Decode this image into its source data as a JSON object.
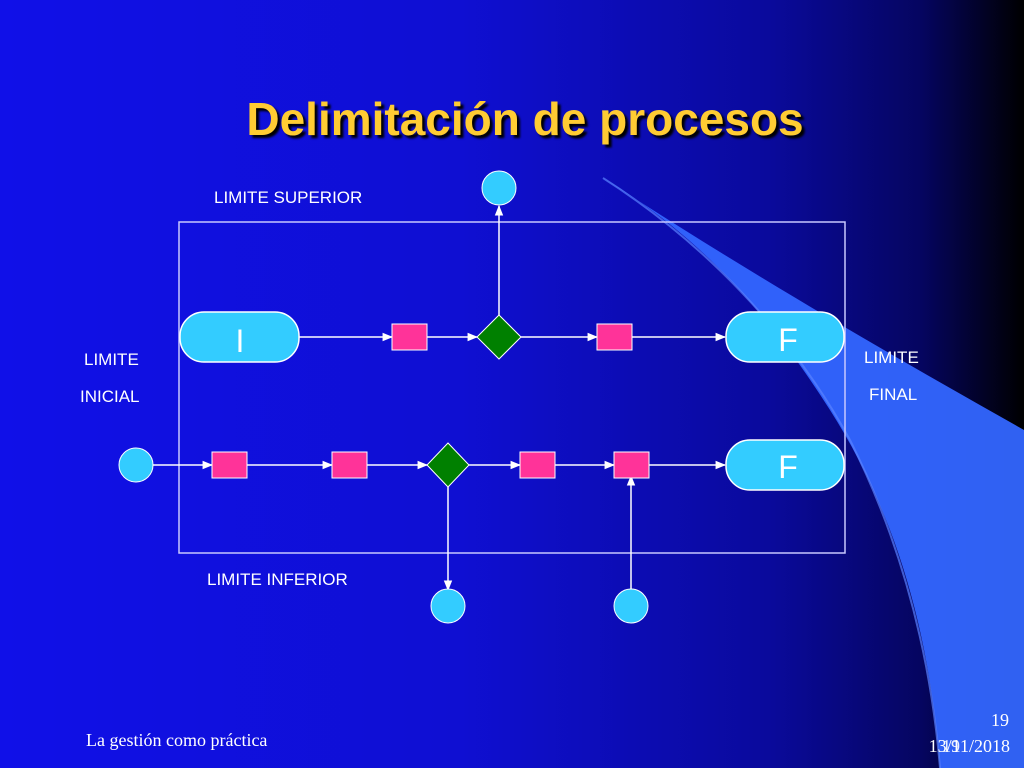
{
  "slide": {
    "title": "Delimitación de procesos",
    "footer_left": "La gestión como práctica",
    "page_number": "19",
    "date": "13/11/2018",
    "date_overlay": "19"
  },
  "diagram": {
    "labels": {
      "upper": "LIMITE SUPERIOR",
      "lower": "LIMITE INFERIOR",
      "initial_line1": "LIMITE",
      "initial_line2": "INICIAL",
      "final_line1": "LIMITE",
      "final_line2": "FINAL"
    },
    "terminals": {
      "start": "I",
      "end_top": "F",
      "end_bottom": "F"
    }
  },
  "colors": {
    "background": "#1010e8",
    "title": "#ffcc33",
    "terminal_fill": "#33ccff",
    "connector_fill": "#33ccff",
    "activity_fill": "#ff3399",
    "decision_fill": "#008000",
    "line": "#ffffff",
    "swoosh": "#3366ff"
  }
}
